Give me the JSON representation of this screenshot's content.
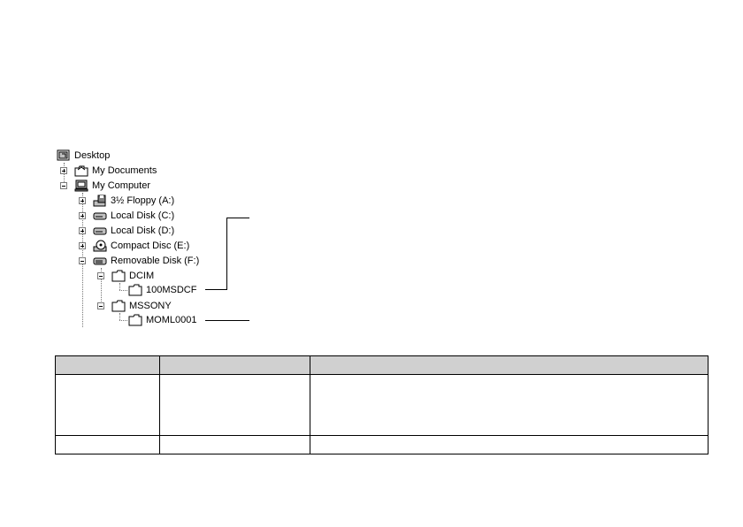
{
  "tree": {
    "items": [
      {
        "label": "Desktop",
        "icon": "desktop-icon"
      },
      {
        "label": "My Documents",
        "icon": "my-documents-folder-icon"
      },
      {
        "label": "My Computer",
        "icon": "my-computer-icon"
      },
      {
        "label": "3½ Floppy (A:)",
        "icon": "floppy-drive-icon"
      },
      {
        "label": "Local Disk (C:)",
        "icon": "local-disk-icon"
      },
      {
        "label": "Local Disk (D:)",
        "icon": "local-disk-icon"
      },
      {
        "label": "Compact Disc (E:)",
        "icon": "cd-drive-icon"
      },
      {
        "label": "Removable Disk (F:)",
        "icon": "removable-disk-icon"
      },
      {
        "label": "DCIM",
        "icon": "folder-icon"
      },
      {
        "label": "100MSDCF",
        "icon": "folder-icon"
      },
      {
        "label": "MSSONY",
        "icon": "folder-icon"
      },
      {
        "label": "MOML0001",
        "icon": "folder-icon"
      }
    ]
  },
  "table": {
    "headers": [
      "",
      "",
      ""
    ],
    "rows": [
      [
        "",
        "",
        ""
      ],
      [
        "",
        "",
        ""
      ]
    ]
  }
}
